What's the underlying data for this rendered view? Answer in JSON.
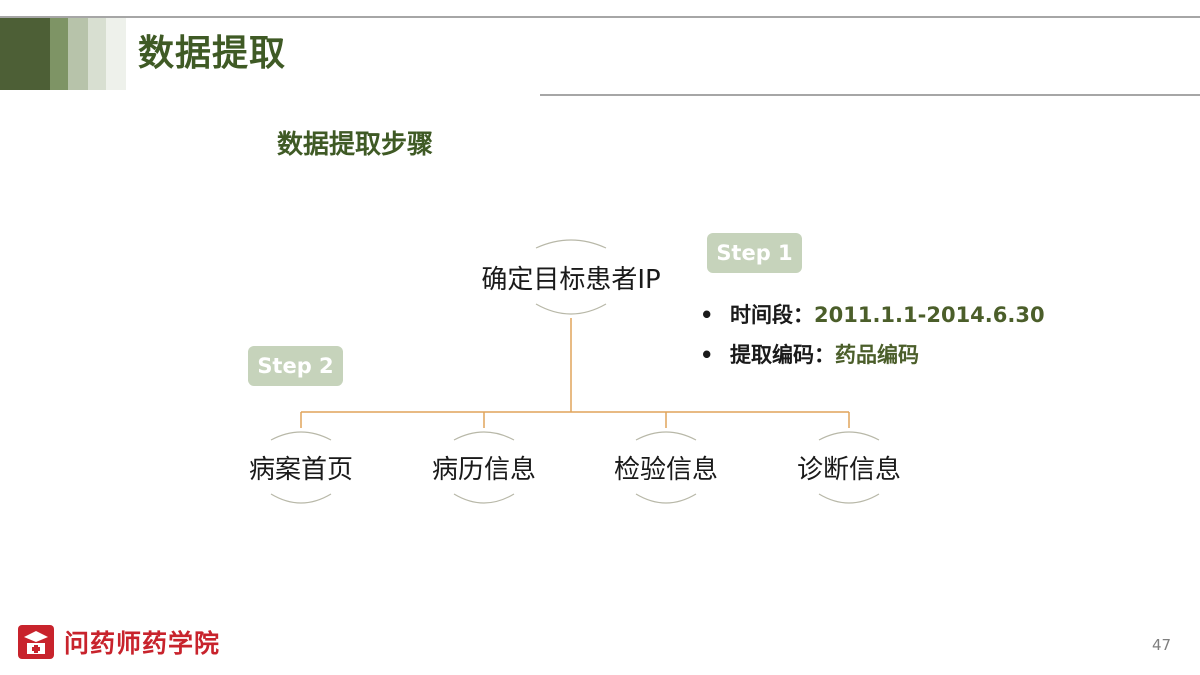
{
  "slide": {
    "title": "数据提取",
    "subtitle": "数据提取步骤",
    "page_number": "47"
  },
  "diagram": {
    "root": {
      "label": "确定目标患者IP"
    },
    "children": [
      {
        "label": "病案首页"
      },
      {
        "label": "病历信息"
      },
      {
        "label": "检验信息"
      },
      {
        "label": "诊断信息"
      }
    ],
    "line_color": "#e0a45a",
    "arc_color": "#b8b8a8"
  },
  "steps": {
    "step1": "Step 1",
    "step2": "Step 2"
  },
  "bullets": [
    {
      "label": "时间段：",
      "value": "2011.1.1-2014.6.30"
    },
    {
      "label": "提取编码：",
      "value": "药品编码"
    }
  ],
  "footer": {
    "logo_text": "问药师药学院"
  },
  "colors": {
    "title": "#3f5a25",
    "stripe_1": "#4d5f36",
    "stripe_2": "#7e9465",
    "stripe_3": "#b7c3aa",
    "stripe_4": "#d8dfd1",
    "stripe_5": "#eef1eb",
    "step_bg": "#c6d3bb",
    "brand_red": "#c8232c"
  }
}
